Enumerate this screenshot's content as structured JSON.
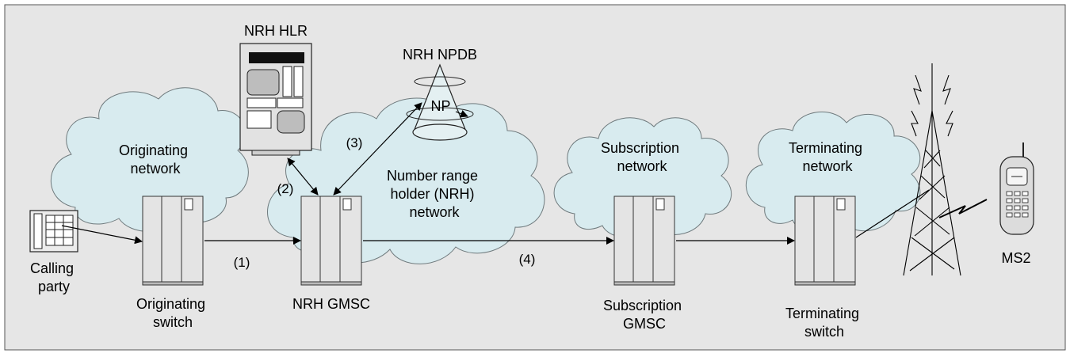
{
  "nodes": {
    "calling_party": [
      "Calling",
      "party"
    ],
    "originating_network": [
      "Originating",
      "network"
    ],
    "originating_switch": [
      "Originating",
      "switch"
    ],
    "nrh_hlr": "NRH HLR",
    "nrh_npdb": "NRH NPDB",
    "np": "NP",
    "nrh_network": [
      "Number range",
      "holder (NRH)",
      "network"
    ],
    "nrh_gmsc": "NRH GMSC",
    "subscription_network": [
      "Subscription",
      "network"
    ],
    "subscription_gmsc": [
      "Subscription",
      "GMSC"
    ],
    "terminating_network": [
      "Terminating",
      "network"
    ],
    "terminating_switch": [
      "Terminating",
      "switch"
    ],
    "ms2": "MS2"
  },
  "steps": {
    "s1": "(1)",
    "s2": "(2)",
    "s3": "(3)",
    "s4": "(4)"
  },
  "colors": {
    "background": "#e6e6e6",
    "cloud": "#d8ebef",
    "switch": "#e4e4e4"
  }
}
